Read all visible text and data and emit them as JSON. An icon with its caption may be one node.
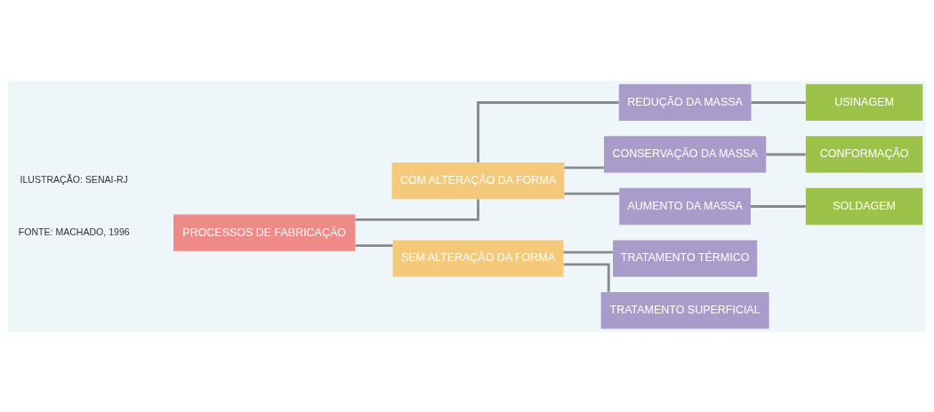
{
  "diagram": {
    "nodes": [
      {
        "text": [
          "PROCESSOS DE FABRICAÇÃO"
        ]
      },
      {
        "text": [
          "COM ALTERAÇÃO DA FORMA"
        ]
      },
      {
        "text": [
          "SEM ALTERAÇÃO DA FORMA"
        ]
      },
      {
        "text": [
          "REDUÇÃO DA MASSA"
        ]
      },
      {
        "text": [
          "CONSERVAÇÃO DA MASSA"
        ]
      },
      {
        "text": [
          "AUMENTO DA MASSA"
        ]
      },
      {
        "text": [
          "TRATAMENTO TÉRMICO"
        ]
      },
      {
        "text": [
          "TRATAMENTO SUPERFICIAL"
        ]
      },
      {
        "text": [
          "USINAGEM"
        ]
      },
      {
        "text": [
          "CONFORMAÇÃO"
        ]
      },
      {
        "text": [
          "SOLDAGEM"
        ]
      }
    ],
    "edges": [
      {
        "from": 0,
        "to": 1,
        "arrow": "none"
      },
      {
        "from": 0,
        "to": 2,
        "arrow": "none"
      },
      {
        "from": 1,
        "to": 3,
        "arrow": "none"
      },
      {
        "from": 1,
        "to": 4,
        "arrow": "none"
      },
      {
        "from": 1,
        "to": 5,
        "arrow": "none"
      },
      {
        "from": 2,
        "to": 6,
        "arrow": "none"
      },
      {
        "from": 2,
        "to": 7,
        "arrow": "none"
      },
      {
        "from": 3,
        "to": 8,
        "arrow": "none"
      },
      {
        "from": 4,
        "to": 9,
        "arrow": "none"
      },
      {
        "from": 5,
        "to": 10,
        "arrow": "none"
      }
    ],
    "labels": [
      "FONTE: MACHADO, 1996",
      "ILUSTRAÇÃO: SENAI-RJ"
    ]
  }
}
